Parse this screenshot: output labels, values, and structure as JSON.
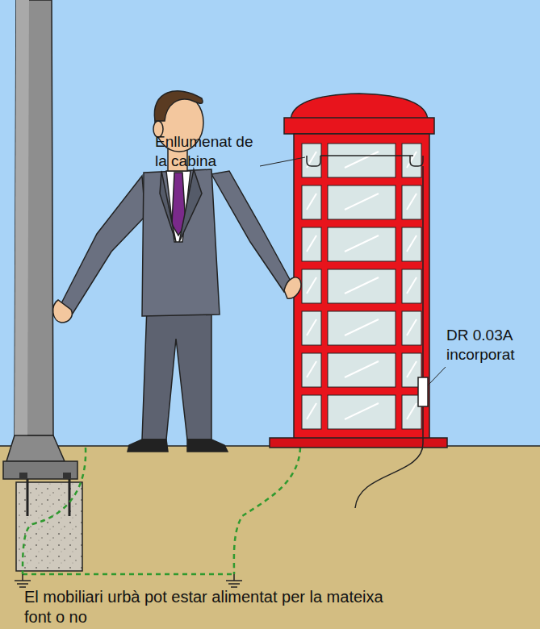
{
  "diagram": {
    "caption": "El mobiliari urbà pot estar alimentat per la mateixa font o no",
    "labels": [
      "Enllumenat de la cabina",
      "DR 0.03A incorporat"
    ]
  }
}
